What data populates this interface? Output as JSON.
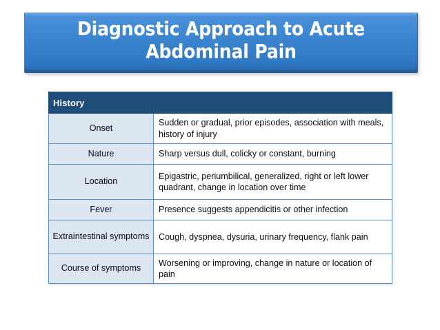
{
  "slide": {
    "title": "Diagnostic Approach to Acute\nAbdominal Pain",
    "background_color": "#FFFFFF"
  },
  "banner": {
    "gradient_top_color": "#4A90D9",
    "gradient_bottom_color": "#2F78C3",
    "bottom_edge_color": "#2A5F93",
    "text_color": "#FFFFFF"
  },
  "table": {
    "header": {
      "label": "History",
      "background_color": "#1F4E79",
      "text_color": "#FFFFFF"
    },
    "style": {
      "label_column_color": "#DCE6F1",
      "value_column_color": "#FFFFFF",
      "border_color": "#5B8FC4"
    },
    "rows": [
      {
        "label": "Onset",
        "value": "Sudden or gradual, prior episodes, association with meals, history of injury"
      },
      {
        "label": "Nature",
        "value": "Sharp versus dull, colicky or constant, burning"
      },
      {
        "label": "Location",
        "value": "Epigastric, periumbilical, generalized, right or left lower quadrant, change in location over time"
      },
      {
        "label": "Fever",
        "value": "Presence suggests appendicitis or other infection"
      },
      {
        "label": "Extraintestinal symptoms",
        "value": "Cough, dyspnea, dysuria, urinary frequency, flank pain"
      },
      {
        "label": "Course of symptoms",
        "value": "Worsening or improving, change in nature or location of pain"
      }
    ]
  }
}
